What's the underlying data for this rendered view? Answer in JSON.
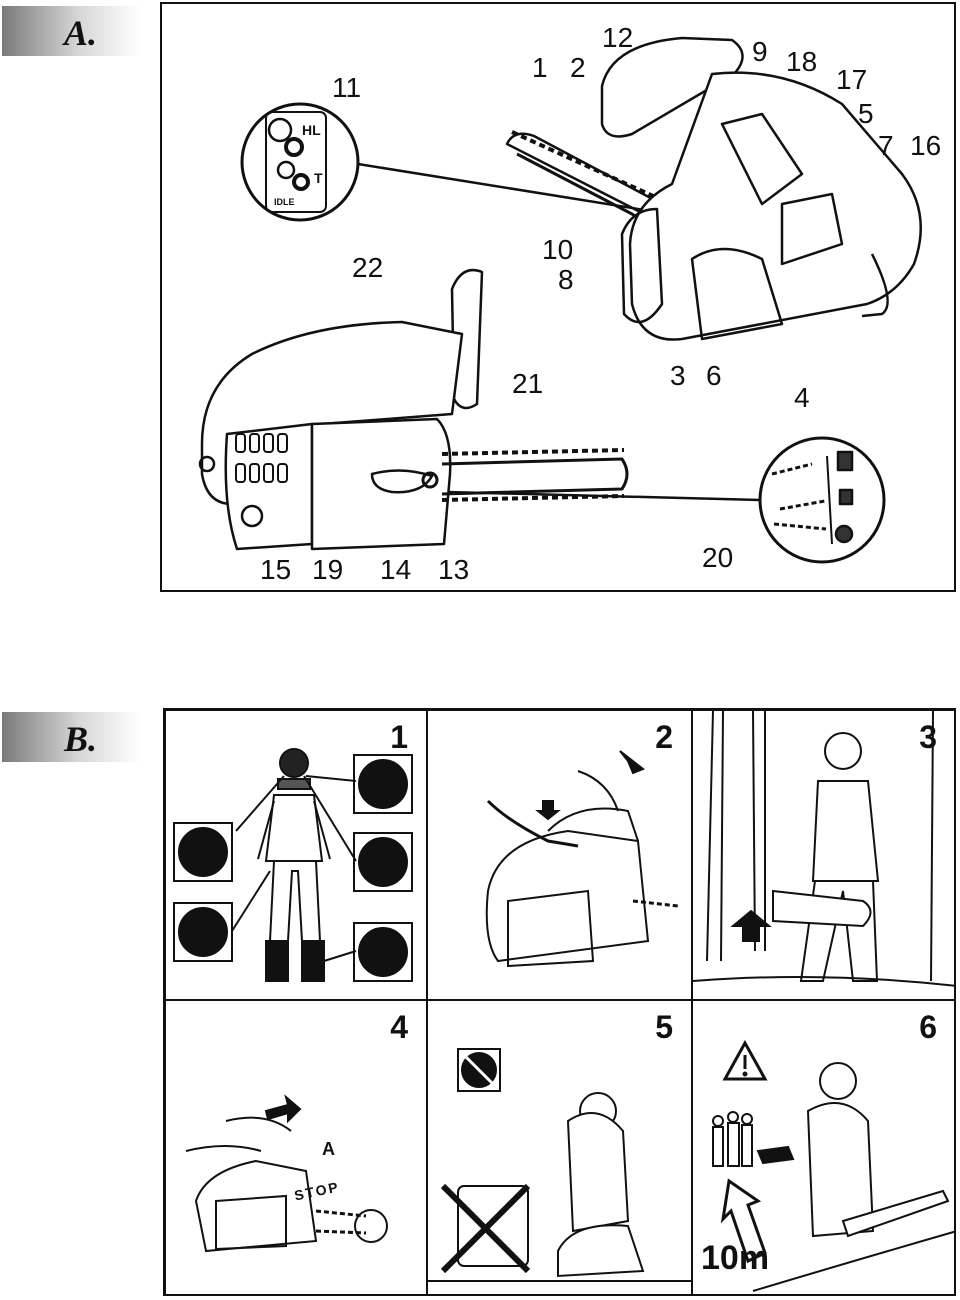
{
  "sections": {
    "a_label": "A.",
    "b_label": "B."
  },
  "figure_a": {
    "callouts": {
      "c1": "1",
      "c2": "2",
      "c3": "3",
      "c4": "4",
      "c5": "5",
      "c6": "6",
      "c7": "7",
      "c8": "8",
      "c9": "9",
      "c10": "10",
      "c11": "11",
      "c12": "12",
      "c13": "13",
      "c14": "14",
      "c15": "15",
      "c16": "16",
      "c17": "17",
      "c18": "18",
      "c19": "19",
      "c20": "20",
      "c21": "21",
      "c22": "22"
    },
    "inset_labels": {
      "hl": "HL",
      "t": "T",
      "idle": "IDLE"
    }
  },
  "figure_b": {
    "panels": [
      {
        "number": "1"
      },
      {
        "number": "2"
      },
      {
        "number": "3"
      },
      {
        "number": "4",
        "marker": "A",
        "stop_text": "STOP"
      },
      {
        "number": "5"
      },
      {
        "number": "6",
        "distance": "10m"
      }
    ]
  }
}
